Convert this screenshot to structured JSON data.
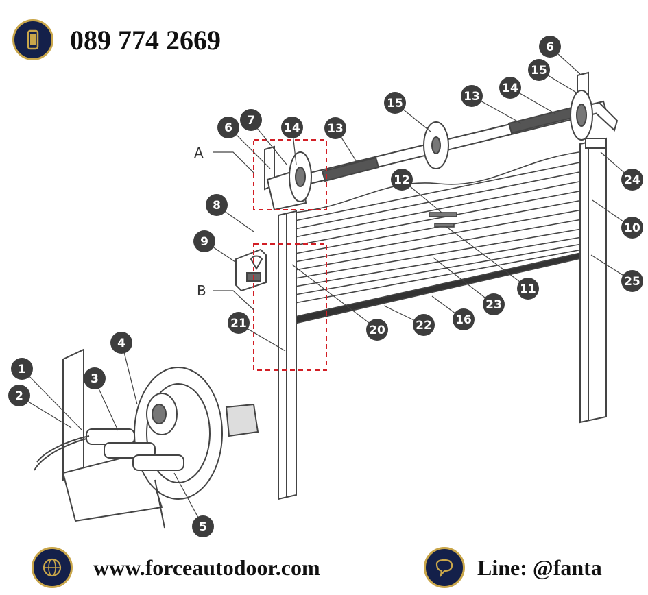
{
  "contact": {
    "phone": "089 774 2669",
    "website": "www.forceautodoor.com",
    "line": "Line: @fanta",
    "icons": [
      "phone-icon",
      "www-icon",
      "line-icon"
    ]
  },
  "diagram": {
    "detail_labels": [
      "A",
      "B"
    ],
    "part_numbers": [
      "1",
      "2",
      "3",
      "4",
      "5",
      "6",
      "7",
      "8",
      "9",
      "10",
      "11",
      "12",
      "13",
      "14",
      "15",
      "16",
      "20",
      "21",
      "22",
      "23",
      "24",
      "25"
    ]
  },
  "colors": {
    "badge": "#14204a",
    "badge_ring": "#c9a64a",
    "callout": "#3d3d3d",
    "detail_box": "#d21f26"
  }
}
